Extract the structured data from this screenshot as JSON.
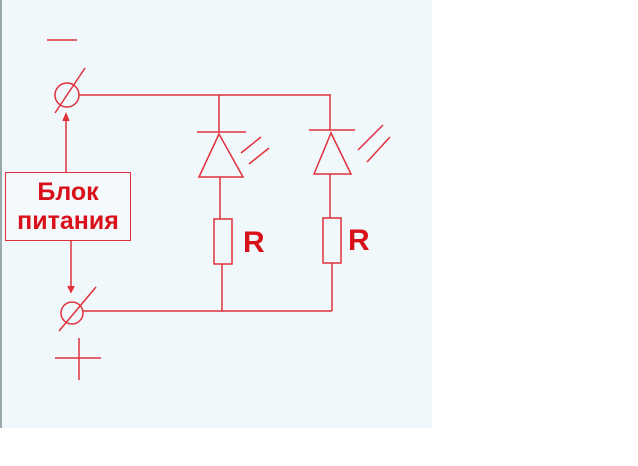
{
  "diagram": {
    "power_block": {
      "line1": "Блок",
      "line2": "питания"
    },
    "resistor_labels": [
      "R",
      "R"
    ],
    "colors": {
      "wire": "#e0303a",
      "text": "#d8101a",
      "background": "#f1f8fb"
    }
  }
}
